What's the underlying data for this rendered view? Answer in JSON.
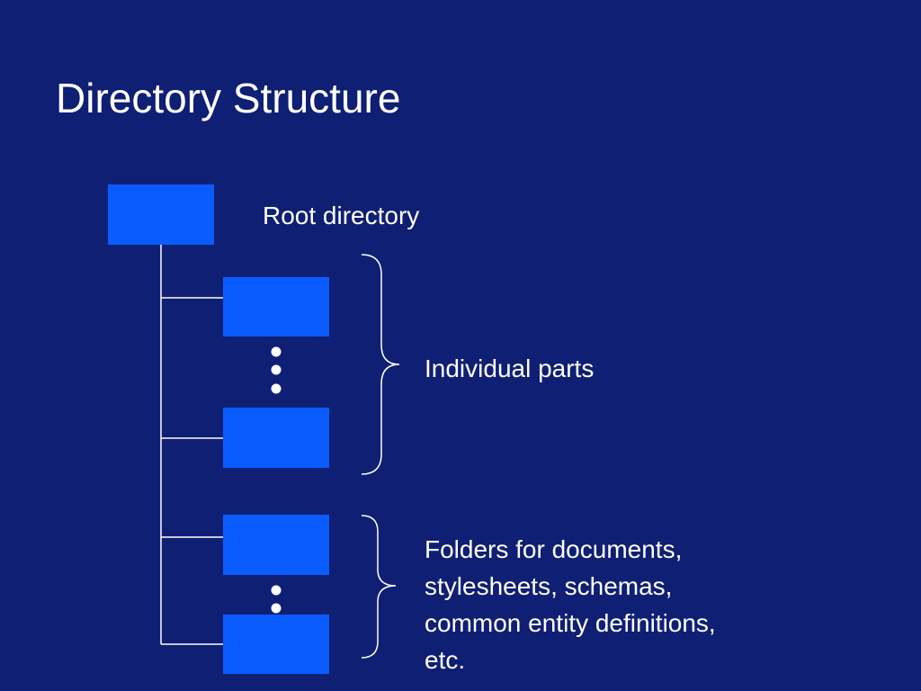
{
  "slide": {
    "title": "Directory Structure"
  },
  "diagram": {
    "root_label": "Root directory",
    "parts_label": "Individual parts",
    "folders_label_lines": [
      "Folders for documents,",
      "stylesheets, schemas,",
      "common entity definitions,",
      "etc."
    ]
  },
  "colors": {
    "background": "#0f1f74",
    "box_fill": "#0a5cff",
    "line": "#ffffff",
    "text": "#ffffff"
  }
}
